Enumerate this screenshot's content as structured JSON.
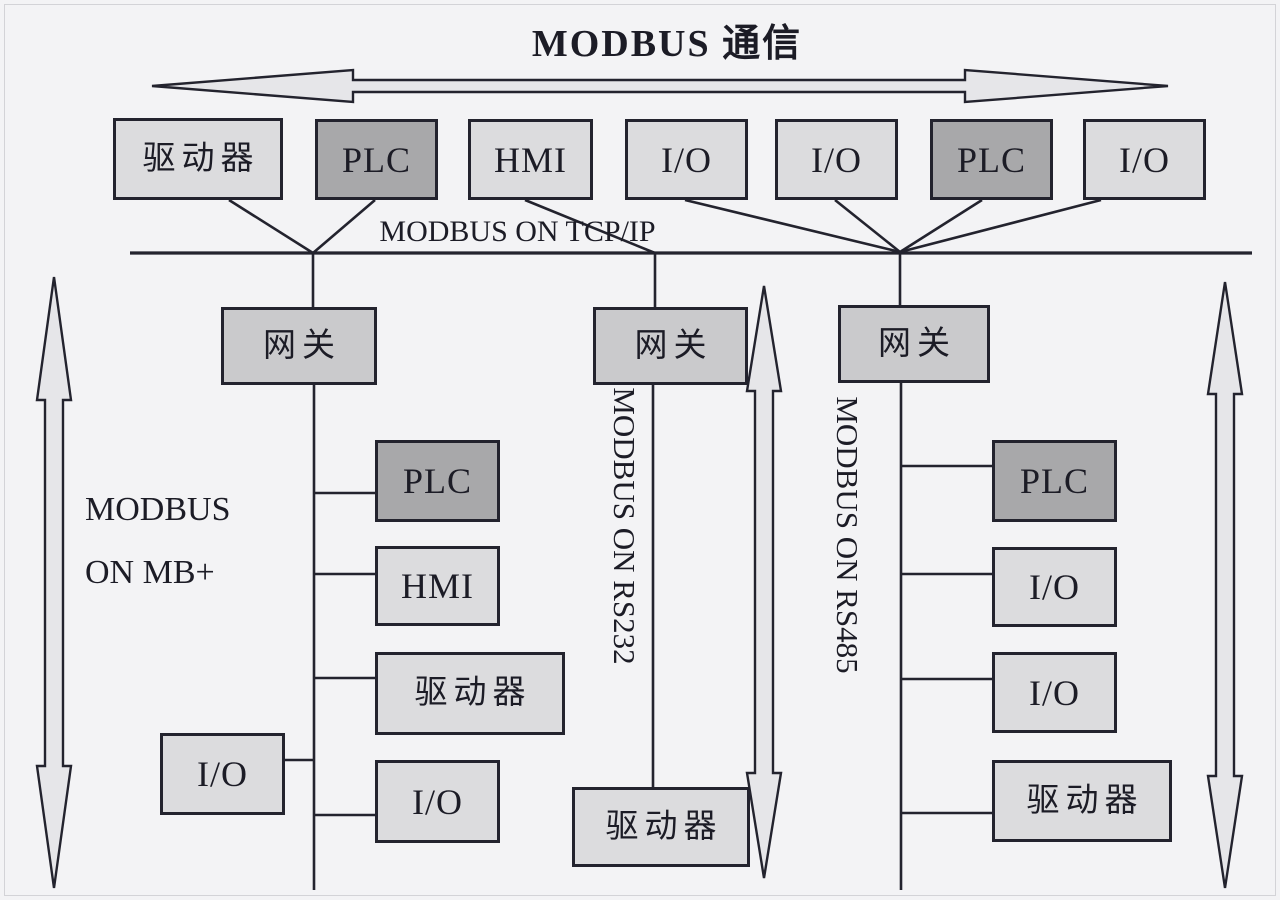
{
  "title": "MODBUS 通信",
  "labels": {
    "tcp_bus": "MODBUS ON TCP/IP",
    "mb_line1": "MODBUS",
    "mb_line2": "ON MB+",
    "rs232": "MODBUS ON RS232",
    "rs485": "MODBUS ON RS485"
  },
  "nodes": {
    "top_driver": "驱动器",
    "top_plc_a": "PLC",
    "top_hmi": "HMI",
    "top_io_a": "I/O",
    "top_io_b": "I/O",
    "top_plc_b": "PLC",
    "top_io_c": "I/O",
    "gw_left": "网关",
    "gw_mid": "网关",
    "gw_right": "网关",
    "l_plc": "PLC",
    "l_hmi": "HMI",
    "l_driver": "驱动器",
    "l_io_side": "I/O",
    "l_io": "I/O",
    "m_driver": "驱动器",
    "r_plc": "PLC",
    "r_io_a": "I/O",
    "r_io_b": "I/O",
    "r_driver": "驱动器"
  },
  "colors": {
    "background": "#f3f3f5",
    "box_light": "#dcdcde",
    "box_dark": "#a8a8aa",
    "box_gateway": "#cacacc",
    "arrow_fill": "#e6e6e9",
    "line": "#23232e",
    "text": "#1c1c26"
  }
}
